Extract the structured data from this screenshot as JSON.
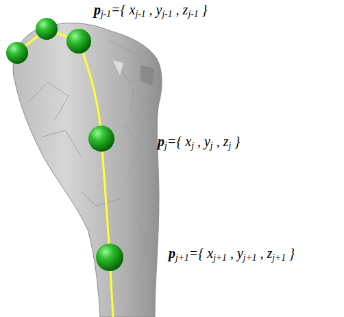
{
  "diagram": {
    "labels": [
      "pj-1={ xj-1 , yj-1 , zj-1 }",
      "pj={ xj , yj , zj }",
      "pj+1={ xj+1 , yj+1 , zj+1 }"
    ]
  }
}
